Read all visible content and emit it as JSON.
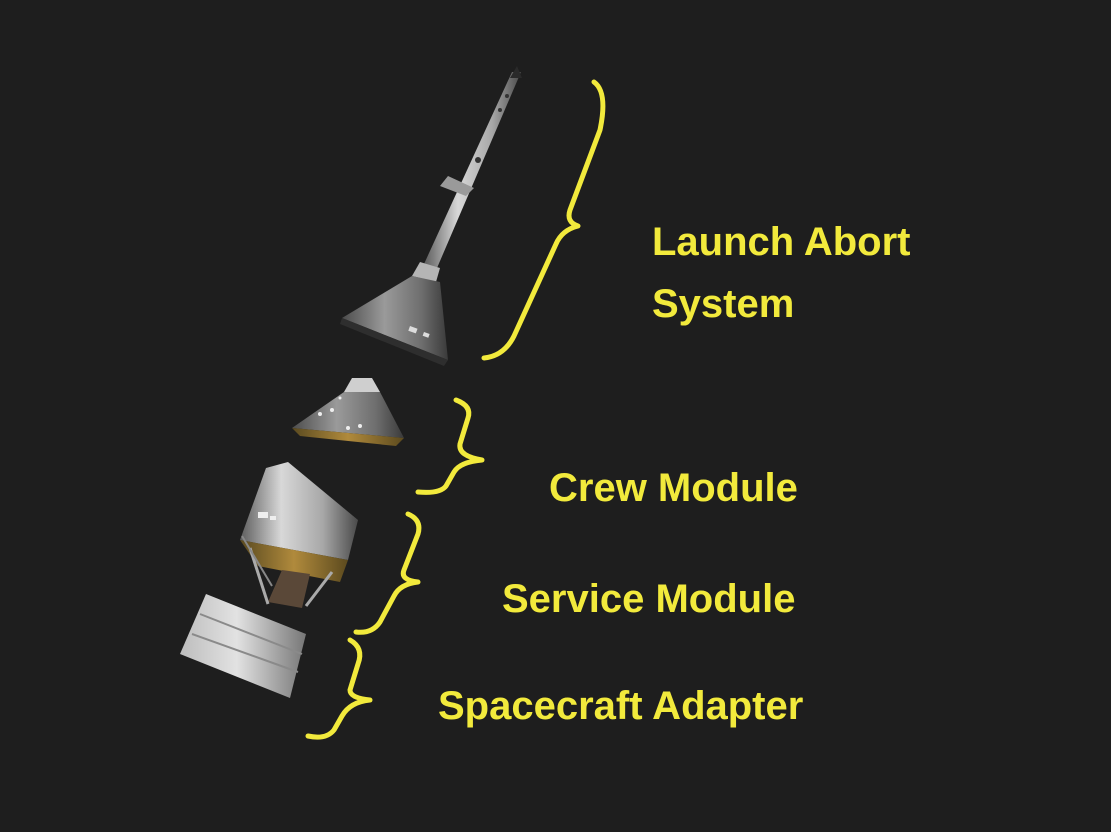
{
  "colors": {
    "background": "#1e1e1e",
    "label": "#f2ea3c",
    "brace": "#f2ea3c"
  },
  "labels": {
    "launch_abort_line1": "Launch Abort",
    "launch_abort_line2": "System",
    "crew_module": "Crew Module",
    "service_module": "Service Module",
    "spacecraft_adapter": "Spacecraft Adapter"
  }
}
